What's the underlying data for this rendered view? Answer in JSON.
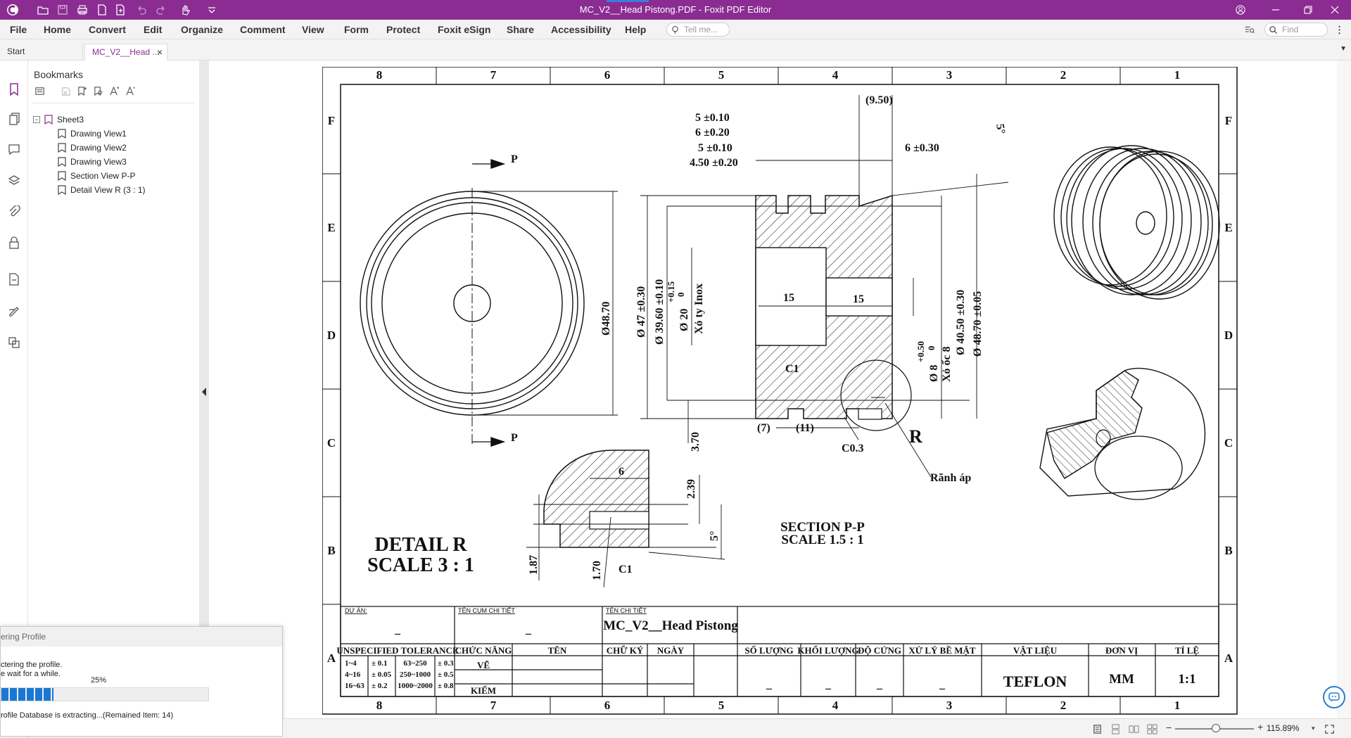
{
  "titlebar": {
    "title": "MC_V2__Head Pistong.PDF - Foxit PDF Editor",
    "quick_access_icons": [
      "foxit-logo",
      "open-icon",
      "save-icon",
      "print-icon",
      "new-icon",
      "create-icon",
      "undo-icon",
      "redo-icon",
      "hand-tool-icon",
      "customize-icon"
    ]
  },
  "menu": {
    "items": [
      "File",
      "Home",
      "Convert",
      "Edit",
      "Organize",
      "Comment",
      "View",
      "Form",
      "Protect",
      "Foxit eSign",
      "Share",
      "Accessibility",
      "Help"
    ],
    "tell_me_placeholder": "Tell me...",
    "find_placeholder": "Find"
  },
  "tabs": {
    "start": "Start",
    "active": "MC_V2__Head ..."
  },
  "bookmarks": {
    "title": "Bookmarks",
    "root": "Sheet3",
    "children": [
      "Drawing View1",
      "Drawing View2",
      "Drawing View3",
      "Section View P-P",
      "Detail View R (3 : 1)"
    ]
  },
  "progress_dialog": {
    "title": "ering Profile",
    "line1": "ctering the profile.",
    "line2": "e wait for a while.",
    "percent_label": "25%",
    "progress": 0.25,
    "status": "rofile Database is extracting...(Remained Item: 14)"
  },
  "statusbar": {
    "zoom": "115.89%"
  },
  "drawing": {
    "col_labels": [
      "8",
      "7",
      "6",
      "5",
      "4",
      "3",
      "2",
      "1"
    ],
    "row_labels": [
      "F",
      "E",
      "D",
      "C",
      "B",
      "A"
    ],
    "dims": {
      "d950": "(9.50)",
      "d5a": "5 ±0.10",
      "d6a": "6 ±0.20",
      "d5b": "5 ±0.10",
      "d450": "4.50 ±0.20",
      "d630": "6 ±0.30",
      "angle5": "5°",
      "dia4870": "Ø48.70",
      "dia47": "Ø 47 ±0.30",
      "dia3960": "Ø 39.60 ±0.10",
      "dia20tol": "+0.15",
      "dia20zero": "0",
      "dia20": "Ø 20",
      "xoty": "Xỏ ty Inox",
      "d15a": "15",
      "d15b": "15",
      "tol050": "+0.50",
      "tol0": "0",
      "dia8": "Ø 8",
      "xooc": "Xỏ ốc 8",
      "dia4050": "Ø 40.50 ±0.30",
      "dia4870b": "Ø 48.70 ±0.05",
      "c1a": "C1",
      "d7": "(7)",
      "d11": "(11)",
      "c03": "C0.3",
      "r": "R",
      "d370": "3.70",
      "ranh": "Rãnh áp",
      "d6": "6",
      "d239": "2.39",
      "d5deg": "5°",
      "d187": "1.87",
      "d170": "1.70",
      "c1b": "C1",
      "p": "P"
    },
    "detail_title": "DETAIL R",
    "detail_scale": "SCALE 3 : 1",
    "section_title": "SECTION P-P",
    "section_scale": "SCALE 1.5 : 1",
    "title_block": {
      "du_an_label": "DỰ ÁN:",
      "du_an_value": "_",
      "ten_cum_label": "TÊN CỤM CHI TIẾT",
      "ten_cum_value": "_",
      "ten_chi_tiet_label": "TÊN CHI TIẾT",
      "ten_chi_tiet_value": "MC_V2__Head Pistong",
      "tolerance_header": "UNSPECIFIED TOLERANCE",
      "tolerance_rows": [
        [
          "1~4",
          "± 0.1",
          "63~250",
          "± 0.3"
        ],
        [
          "4~16",
          "± 0.05",
          "250~1000",
          "± 0.5"
        ],
        [
          "16~63",
          "± 0.2",
          "1000~2000",
          "± 0.8"
        ]
      ],
      "headers": [
        "CHỨC NĂNG",
        "TÊN",
        "CHỮ KÝ",
        "NGÀY",
        "SỐ LƯỢNG",
        "KHỐI LƯỢNG",
        "ĐỘ CỨNG",
        "XỬ LÝ BỀ MẶT",
        "VẬT LIỆU",
        "ĐƠN VỊ",
        "TỈ LỆ"
      ],
      "ve": "VẼ",
      "kiem": "KIỂM",
      "so_luong": "_",
      "khoi_luong": "_",
      "do_cung": "_",
      "xu_ly": "_",
      "vat_lieu": "TEFLON",
      "don_vi": "MM",
      "ti_le": "1:1"
    }
  }
}
